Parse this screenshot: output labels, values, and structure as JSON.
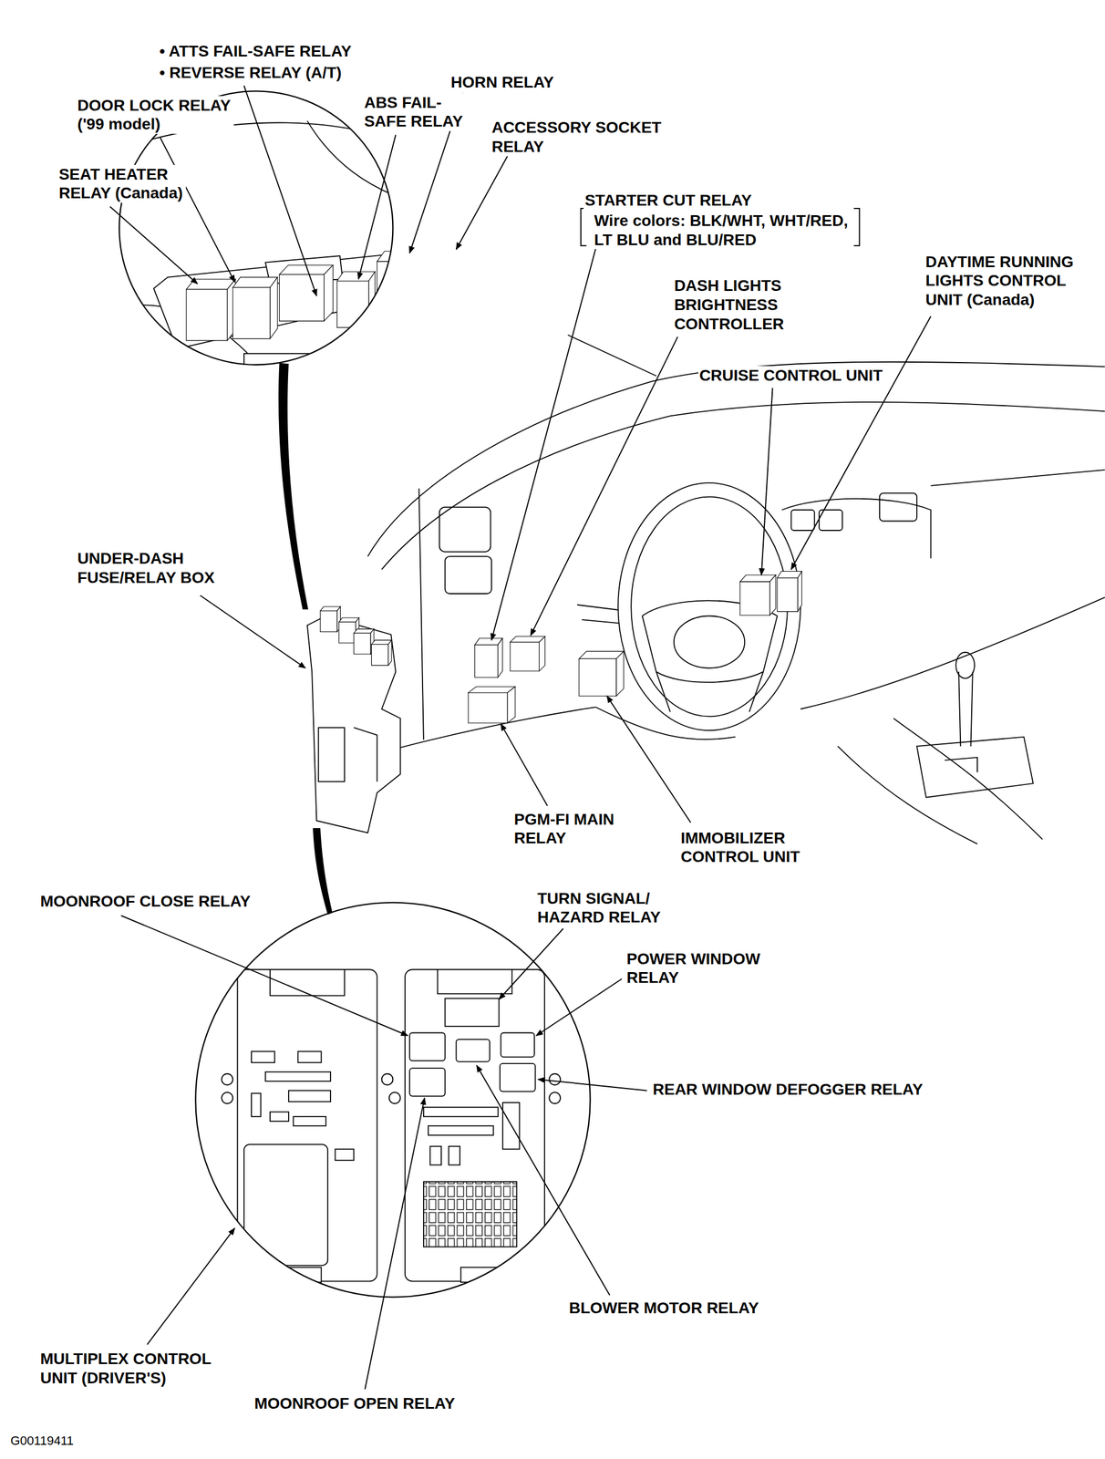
{
  "diagram": {
    "labels": [
      "• ATTS FAIL-SAFE RELAY",
      "• REVERSE RELAY (A/T)",
      "DOOR LOCK RELAY ('99 model)",
      "ABS FAIL- SAFE RELAY",
      "HORN RELAY",
      "ACCESSORY SOCKET RELAY",
      "SEAT HEATER RELAY (Canada)",
      "STARTER CUT RELAY",
      "Wire colors: BLK/WHT, WHT/RED, LT BLU and BLU/RED",
      "DAYTIME RUNNING LIGHTS CONTROL UNIT (Canada)",
      "DASH LIGHTS BRIGHTNESS CONTROLLER",
      "CRUISE CONTROL UNIT",
      "UNDER-DASH FUSE/RELAY BOX",
      "PGM-FI MAIN RELAY",
      "IMMOBILIZER CONTROL UNIT",
      "MOONROOF CLOSE RELAY",
      "TURN SIGNAL/ HAZARD RELAY",
      "POWER WINDOW RELAY",
      "REAR WINDOW DEFOGGER RELAY",
      "MULTIPLEX CONTROL UNIT (DRIVER'S)",
      "BLOWER MOTOR RELAY",
      "MOONROOF OPEN RELAY",
      "G00119411"
    ]
  }
}
